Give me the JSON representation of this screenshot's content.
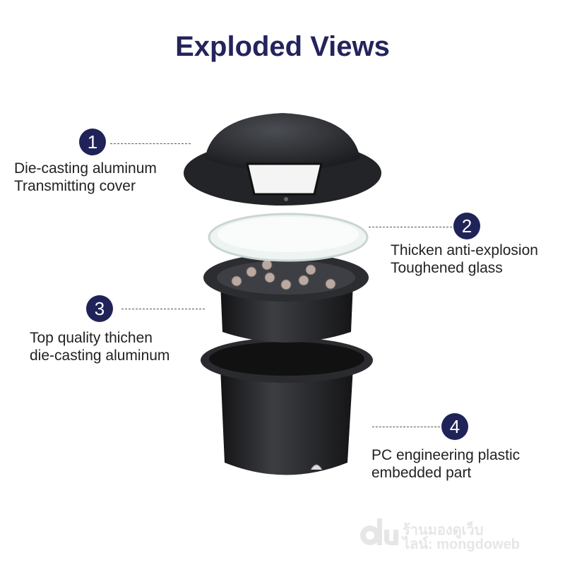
{
  "title": "Exploded Views",
  "callouts": [
    {
      "number": "1",
      "line1": "Die-casting aluminum",
      "line2": "Transmitting cover"
    },
    {
      "number": "2",
      "line1": "Thicken anti-explosion",
      "line2": "Toughened glass"
    },
    {
      "number": "3",
      "line1": "Top quality thichen",
      "line2": "die-casting aluminum"
    },
    {
      "number": "4",
      "line1": "PC engineering plastic",
      "line2": "embedded part"
    }
  ],
  "watermark": {
    "line1": "ร้านมองดูเว็บ",
    "line2": "ไลน์: mongdoweb"
  },
  "colors": {
    "accent": "#1f2358",
    "title": "#24245c"
  }
}
